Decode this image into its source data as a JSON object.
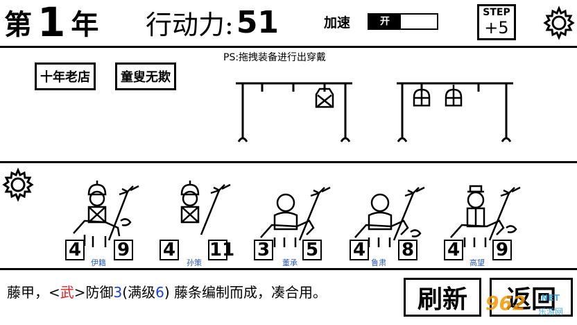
{
  "header": {
    "year_prefix": "第",
    "year_value": "1",
    "year_suffix": "年",
    "action_label": "行动力:",
    "action_value": "51",
    "speed_label": "加速",
    "speed_toggle": "开",
    "step_label": "STEP",
    "step_value": "+5"
  },
  "shop": {
    "ten_year_store": "十年老店",
    "fair_trade": "童叟无欺"
  },
  "hint": "PS:拖拽装备进行出穿戴",
  "units": [
    {
      "name": "伊籍",
      "attack": "4",
      "defense": "9"
    },
    {
      "name": "孙策",
      "attack": "4",
      "defense": "11"
    },
    {
      "name": "董承",
      "attack": "3",
      "defense": "5"
    },
    {
      "name": "鲁肃",
      "attack": "4",
      "defense": "8"
    },
    {
      "name": "高望",
      "attack": "4",
      "defense": "9"
    }
  ],
  "description": {
    "item": "藤甲，<",
    "type": "武",
    "mid": ">防御",
    "value": "3",
    "maxlvl_open": "(满级",
    "maxlvl": "6",
    "rest": ") 藤条编制而成，凑合用。"
  },
  "buttons": {
    "refresh": "刷新",
    "back": "返回"
  },
  "watermark": {
    "logo": "962",
    "net": ".NET",
    "cn": "乐游网"
  }
}
